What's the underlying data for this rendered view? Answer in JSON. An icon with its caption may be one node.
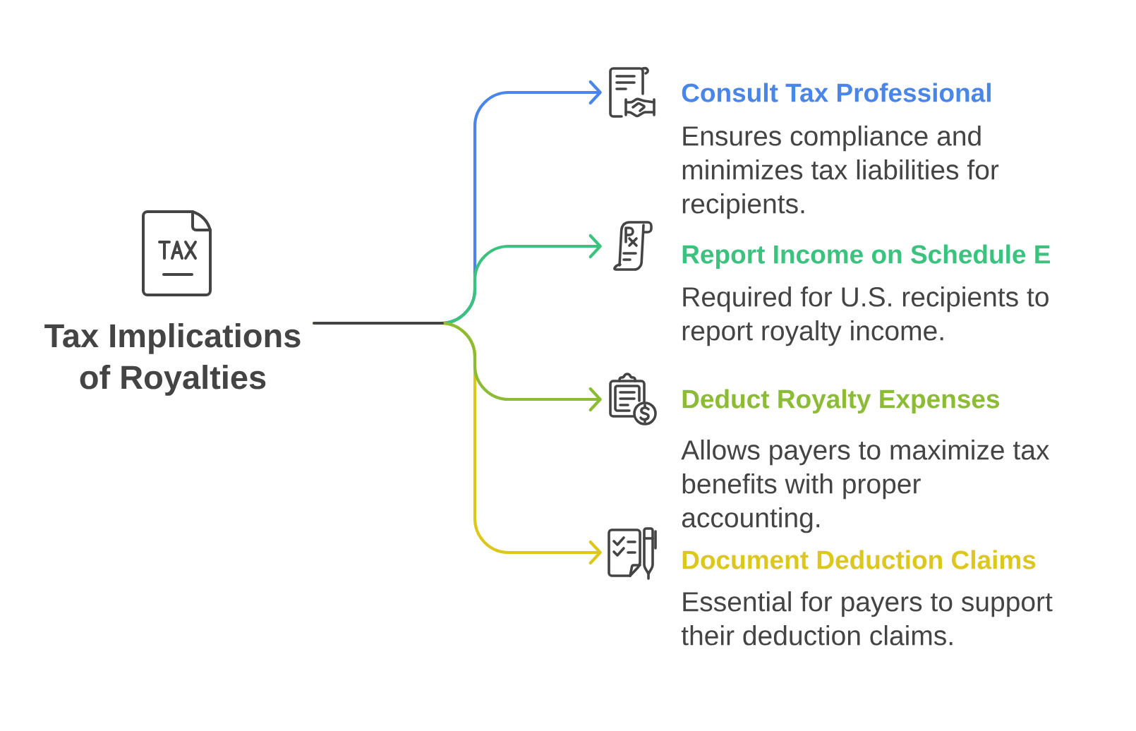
{
  "diagram": {
    "nodes": [
      {
        "text": [
          "Tax Implications of Royalties"
        ]
      },
      {
        "text": [],
        "shape": "picture",
        "beside": [
          "Consult Tax Professional",
          "Ensures compliance and minimizes tax liabilities for recipients."
        ]
      },
      {
        "text": [],
        "shape": "picture",
        "beside": [
          "Report Income on Schedule E",
          "Required for U.S. recipients to report royalty income."
        ]
      },
      {
        "text": [],
        "shape": "picture",
        "beside": [
          "Deduct Royalty Expenses",
          "Allows payers to maximize tax benefits with proper accounting."
        ]
      },
      {
        "text": [],
        "shape": "picture",
        "beside": [
          "Document Deduction Claims",
          "Essential for payers to support their deduction claims."
        ]
      }
    ],
    "edges": [
      {
        "from": 0,
        "to": 1,
        "arrow": "to",
        "color": "#4a86e8"
      },
      {
        "from": 0,
        "to": 2,
        "arrow": "to",
        "color": "#3cc27e"
      },
      {
        "from": 0,
        "to": 3,
        "arrow": "to",
        "color": "#8cbb35"
      },
      {
        "from": 0,
        "to": 4,
        "arrow": "to",
        "color": "#dcc81c"
      }
    ]
  }
}
